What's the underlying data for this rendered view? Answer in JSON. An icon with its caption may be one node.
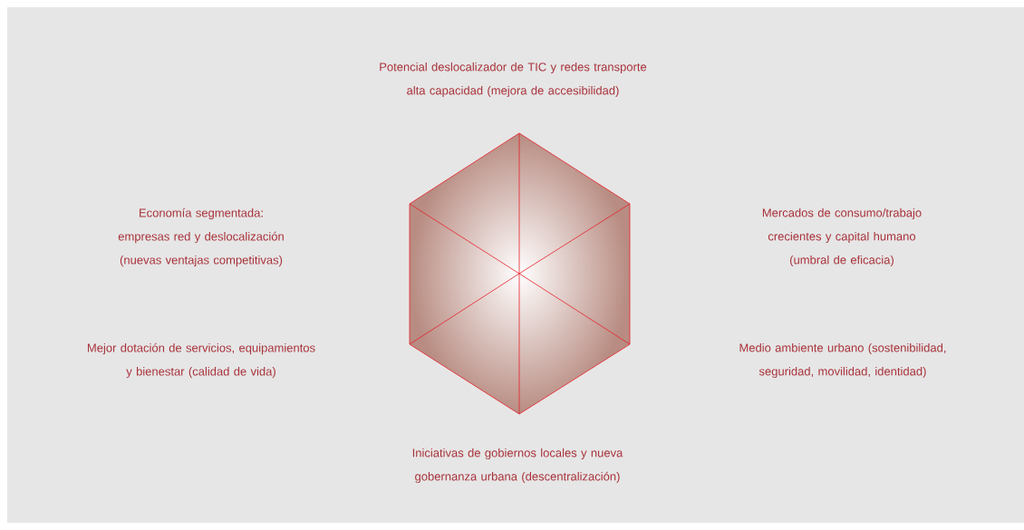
{
  "diagram": {
    "labels": [
      "Potencial deslocalizador de TIC y redes transporte alta capacidad (mejora de accesibilidad)",
      "Economía segmentada: empresas red y deslocalización (nuevas ventajas competitivas)",
      "Mercados de consumo/trabajo crecientes y capital humano (umbral de eficacia)",
      "Mejor dotación de servicios, equipamientos y bienestar (calidad de vida)",
      "Medio ambiente urbano (sostenibilidad, seguridad, movilidad, identidad)",
      "Iniciativas de gobiernos locales y nueva gobernanza urbana (descentralización)"
    ]
  }
}
